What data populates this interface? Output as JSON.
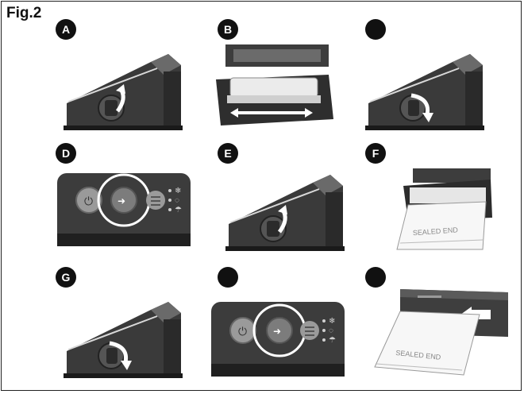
{
  "figure": {
    "title": "Fig.2"
  },
  "panels": [
    {
      "letter": "A"
    },
    {
      "letter": "B"
    },
    {
      "letter": ""
    },
    {
      "letter": "D"
    },
    {
      "letter": "E"
    },
    {
      "letter": "F"
    },
    {
      "letter": "G"
    },
    {
      "letter": ""
    },
    {
      "letter": ""
    }
  ],
  "bag_label": "SEALED END"
}
